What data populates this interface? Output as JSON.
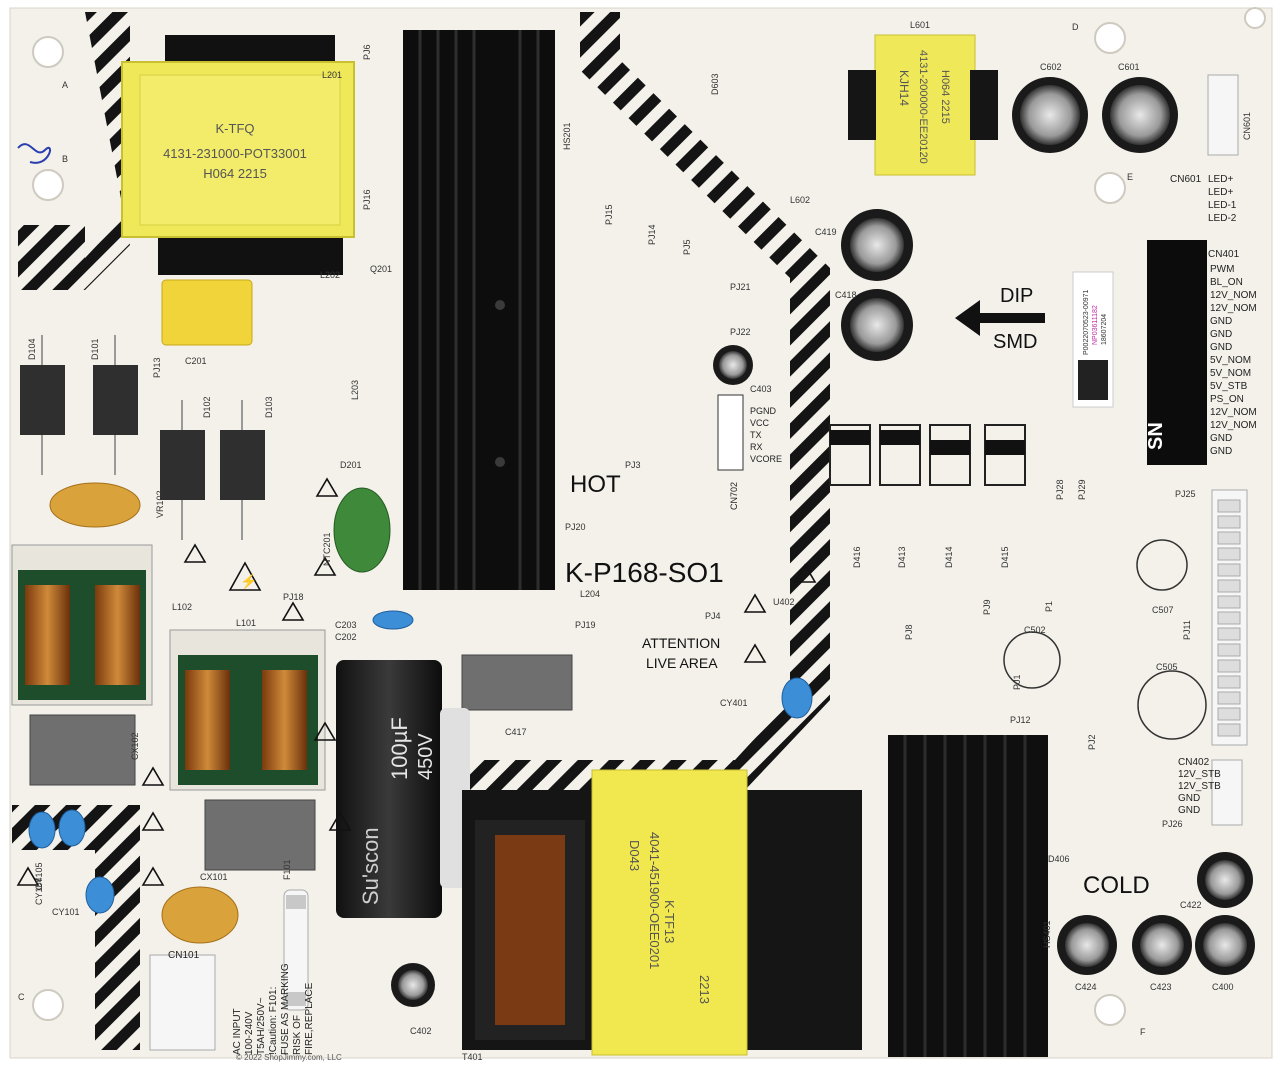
{
  "board": {
    "model": "K-P168-SO1",
    "hot_zone": "HOT",
    "cold_zone": "COLD",
    "attention_line1": "ATTENTION",
    "attention_line2": "LIVE AREA",
    "dip": "DIP",
    "smd": "SMD",
    "sn": "SN",
    "copyright": "© 2022 ShopJimmy.com, LLC",
    "corner_a": "A",
    "corner_b": "B",
    "corner_c": "C",
    "corner_d": "D",
    "corner_e": "E",
    "corner_f": "F",
    "ac_input": [
      "AC INPUT",
      "100-240V"
    ],
    "fuse_caution": [
      "T5AH/250V~",
      "!Caution: F101:",
      "FUSE AS MARKING",
      "RISK OF",
      "FIRE,REPLACE"
    ],
    "label_sticker": [
      "P0022070523-00971",
      "NP03611182",
      "18607204"
    ]
  },
  "transformer_t201": {
    "line1": "K-TFQ",
    "line2": "4131-231000-POT33001",
    "line3": "H064  2215"
  },
  "transformer_t401": {
    "line1": "K-TF13",
    "line2": "4041-451900-OEE0201",
    "line3": "D043",
    "line4": "2213"
  },
  "inductor_l601": {
    "line1": "KJH14",
    "line2": "4131-200000-EE20120",
    "line3": "H064  2215"
  },
  "capacitor_bulk": {
    "brand": "Su'scon",
    "value": "100µF",
    "voltage": "450V"
  },
  "connectors": {
    "cn401": {
      "name": "CN401",
      "pins": [
        "PWM",
        "BL_ON",
        "12V_NOM",
        "12V_NOM",
        "GND",
        "GND",
        "GND",
        "5V_NOM",
        "5V_NOM",
        "5V_STB",
        "PS_ON",
        "12V_NOM",
        "12V_NOM",
        "GND",
        "GND"
      ]
    },
    "cn601": {
      "name": "CN601",
      "pins": [
        "LED+",
        "LED+",
        "LED-1",
        "LED-2"
      ]
    },
    "cn402": {
      "name": "CN402",
      "pins": [
        "12V_STB",
        "12V_STB",
        "GND",
        "GND"
      ]
    },
    "cn702": {
      "name": "CN702",
      "pins": [
        "PGND",
        "VCC",
        "TX",
        "RX",
        "VCORE"
      ]
    },
    "cn101": {
      "name": "CN101"
    }
  },
  "refdes": [
    "L201",
    "PJ6",
    "PJ16",
    "HS201",
    "D603",
    "L601",
    "C602",
    "C601",
    "CN601",
    "L602",
    "PJ15",
    "PJ14",
    "PJ5",
    "C419",
    "C418",
    "Q201",
    "L202",
    "C201",
    "PJ13",
    "D104",
    "D101",
    "D102",
    "D103",
    "L203",
    "PJ21",
    "PJ22",
    "C403",
    "D201",
    "PJ3",
    "VR102",
    "NTC201",
    "PJ20",
    "D416",
    "D413",
    "D414",
    "D415",
    "PJ28",
    "PJ29",
    "PJ25",
    "L102",
    "L101",
    "PJ18",
    "C203",
    "C202",
    "L204",
    "PJ19",
    "PJ4",
    "U402",
    "PJ8",
    "PJ9",
    "P1",
    "PJ1",
    "C502",
    "PJ11",
    "C507",
    "C505",
    "CY401",
    "C417",
    "CX102",
    "PJ12",
    "PJ2",
    "CY105",
    "CY104",
    "CY101",
    "CX101",
    "F101",
    "T401",
    "D406",
    "C422",
    "HS401",
    "C424",
    "C423",
    "C400",
    "C402",
    "PJ26"
  ]
}
